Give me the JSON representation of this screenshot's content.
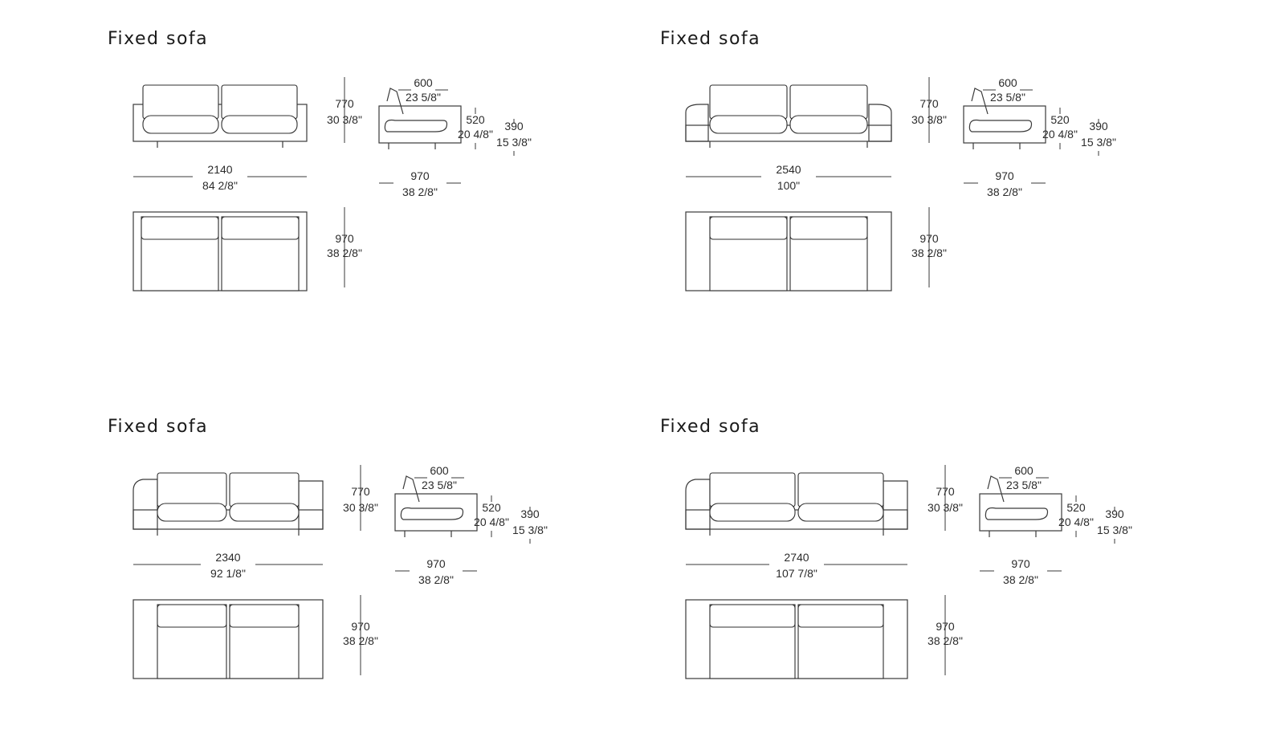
{
  "panels": [
    {
      "title": "Fixed sofa",
      "arms": "square",
      "front_width": {
        "mm": "2140",
        "in": "84 2/8\""
      },
      "height": {
        "mm": "770",
        "in": "30 3/8\""
      },
      "side_depth": {
        "mm": "970",
        "in": "38 2/8\""
      },
      "backrest": {
        "mm": "600",
        "in": "23 5/8\""
      },
      "arm_height": {
        "mm": "520",
        "in": "20 4/8\""
      },
      "seat_height": {
        "mm": "390",
        "in": "15 3/8\""
      },
      "plan_depth": {
        "mm": "970",
        "in": "38 2/8\""
      }
    },
    {
      "title": "Fixed sofa",
      "arms": "rounded",
      "front_width": {
        "mm": "2540",
        "in": "100\""
      },
      "height": {
        "mm": "770",
        "in": "30 3/8\""
      },
      "side_depth": {
        "mm": "970",
        "in": "38 2/8\""
      },
      "backrest": {
        "mm": "600",
        "in": "23 5/8\""
      },
      "arm_height": {
        "mm": "520",
        "in": "20 4/8\""
      },
      "seat_height": {
        "mm": "390",
        "in": "15 3/8\""
      },
      "plan_depth": {
        "mm": "970",
        "in": "38 2/8\""
      }
    },
    {
      "title": "Fixed sofa",
      "arms": "sloped",
      "front_width": {
        "mm": "2340",
        "in": "92 1/8\""
      },
      "height": {
        "mm": "770",
        "in": "30 3/8\""
      },
      "side_depth": {
        "mm": "970",
        "in": "38 2/8\""
      },
      "backrest": {
        "mm": "600",
        "in": "23 5/8\""
      },
      "arm_height": {
        "mm": "520",
        "in": "20 4/8\""
      },
      "seat_height": {
        "mm": "390",
        "in": "15 3/8\""
      },
      "plan_depth": {
        "mm": "970",
        "in": "38 2/8\""
      }
    },
    {
      "title": "Fixed sofa",
      "arms": "sloped",
      "front_width": {
        "mm": "2740",
        "in": "107 7/8\""
      },
      "height": {
        "mm": "770",
        "in": "30 3/8\""
      },
      "side_depth": {
        "mm": "970",
        "in": "38 2/8\""
      },
      "backrest": {
        "mm": "600",
        "in": "23 5/8\""
      },
      "arm_height": {
        "mm": "520",
        "in": "20 4/8\""
      },
      "seat_height": {
        "mm": "390",
        "in": "15 3/8\""
      },
      "plan_depth": {
        "mm": "970",
        "in": "38 2/8\""
      }
    }
  ]
}
